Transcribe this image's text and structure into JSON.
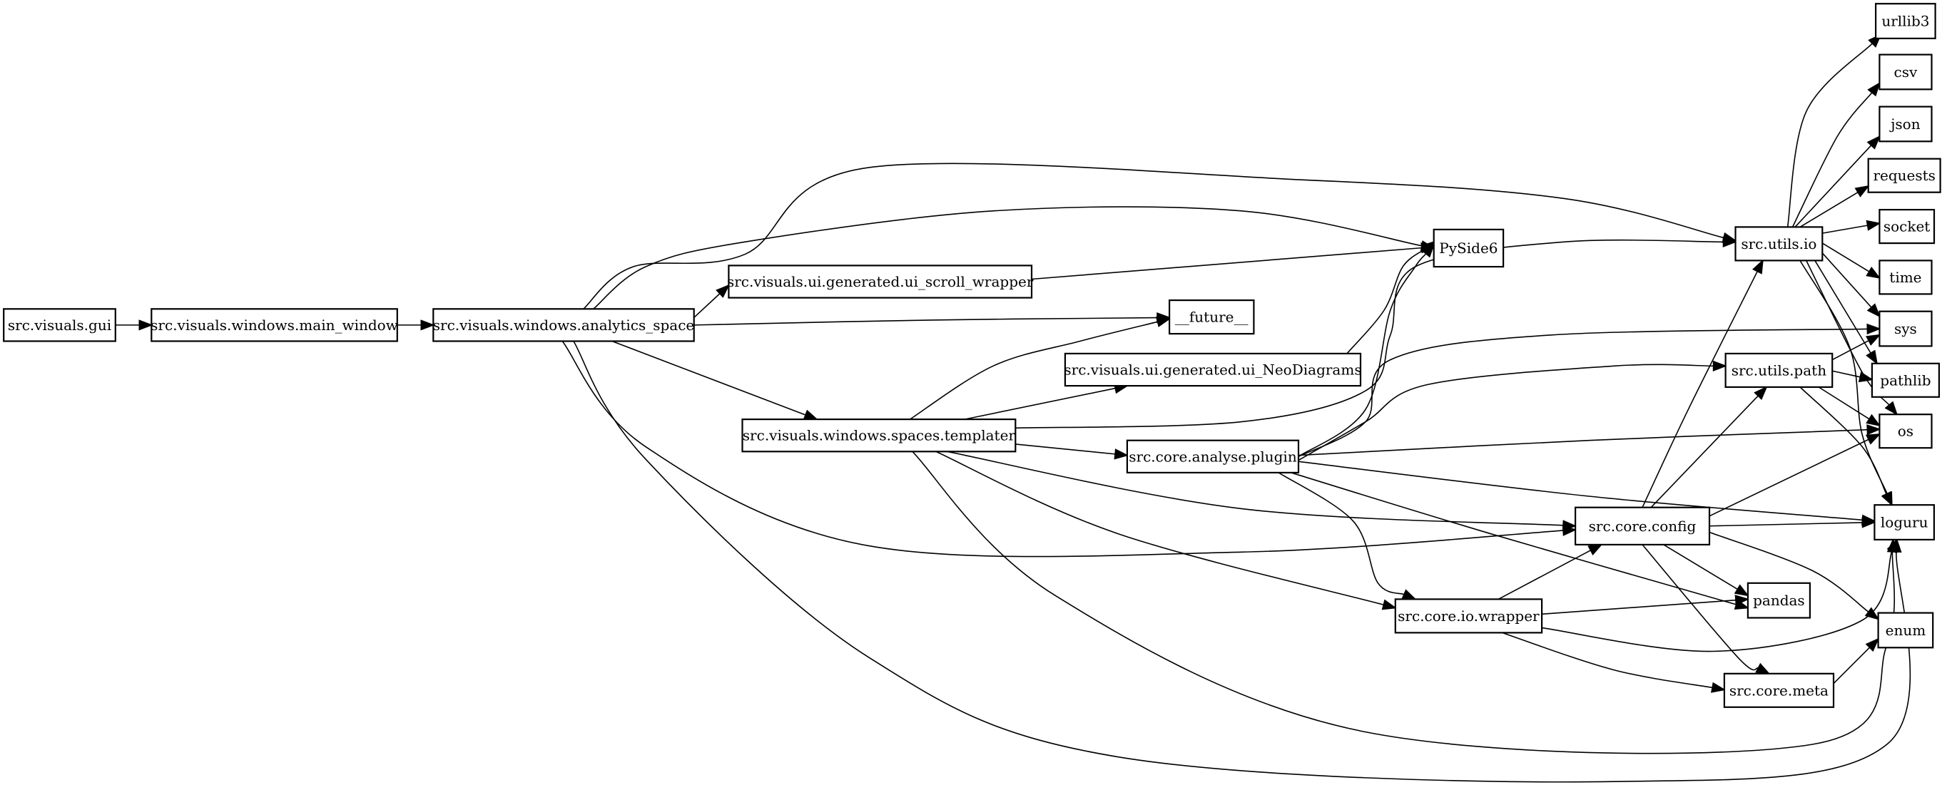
{
  "diagram": {
    "type": "dependency-graph",
    "nodes": [
      {
        "id": "gui",
        "label": "src.visuals.gui"
      },
      {
        "id": "main_window",
        "label": "src.visuals.windows.main_window"
      },
      {
        "id": "analytics_space",
        "label": "src.visuals.windows.analytics_space"
      },
      {
        "id": "scroll_wrapper",
        "label": "src.visuals.ui.generated.ui_scroll_wrapper"
      },
      {
        "id": "neodiagrams",
        "label": "src.visuals.ui.generated.ui_NeoDiagrams"
      },
      {
        "id": "templater",
        "label": "src.visuals.windows.spaces.templater"
      },
      {
        "id": "plugin",
        "label": "src.core.analyse.plugin"
      },
      {
        "id": "pyside6",
        "label": "PySide6"
      },
      {
        "id": "future",
        "label": "__future__"
      },
      {
        "id": "config",
        "label": "src.core.config"
      },
      {
        "id": "wrapper",
        "label": "src.core.io.wrapper"
      },
      {
        "id": "utils_io",
        "label": "src.utils.io"
      },
      {
        "id": "utils_path",
        "label": "src.utils.path"
      },
      {
        "id": "pandas",
        "label": "pandas"
      },
      {
        "id": "meta",
        "label": "src.core.meta"
      },
      {
        "id": "urllib3",
        "label": "urllib3"
      },
      {
        "id": "csv",
        "label": "csv"
      },
      {
        "id": "json",
        "label": "json"
      },
      {
        "id": "requests",
        "label": "requests"
      },
      {
        "id": "socket",
        "label": "socket"
      },
      {
        "id": "time",
        "label": "time"
      },
      {
        "id": "sys",
        "label": "sys"
      },
      {
        "id": "pathlib",
        "label": "pathlib"
      },
      {
        "id": "os",
        "label": "os"
      },
      {
        "id": "loguru",
        "label": "loguru"
      },
      {
        "id": "enum",
        "label": "enum"
      }
    ],
    "edges": [
      {
        "from": "gui",
        "to": "main_window"
      },
      {
        "from": "main_window",
        "to": "analytics_space"
      },
      {
        "from": "analytics_space",
        "to": "utils_io"
      },
      {
        "from": "analytics_space",
        "to": "pyside6"
      },
      {
        "from": "analytics_space",
        "to": "scroll_wrapper"
      },
      {
        "from": "analytics_space",
        "to": "future"
      },
      {
        "from": "analytics_space",
        "to": "templater"
      },
      {
        "from": "analytics_space",
        "to": "config"
      },
      {
        "from": "analytics_space",
        "to": "loguru"
      },
      {
        "from": "scroll_wrapper",
        "to": "pyside6"
      },
      {
        "from": "neodiagrams",
        "to": "pyside6"
      },
      {
        "from": "templater",
        "to": "future"
      },
      {
        "from": "templater",
        "to": "neodiagrams"
      },
      {
        "from": "templater",
        "to": "utils_io"
      },
      {
        "from": "templater",
        "to": "plugin"
      },
      {
        "from": "templater",
        "to": "config"
      },
      {
        "from": "templater",
        "to": "wrapper"
      },
      {
        "from": "templater",
        "to": "loguru"
      },
      {
        "from": "plugin",
        "to": "pyside6"
      },
      {
        "from": "plugin",
        "to": "sys"
      },
      {
        "from": "plugin",
        "to": "utils_path"
      },
      {
        "from": "plugin",
        "to": "os"
      },
      {
        "from": "plugin",
        "to": "loguru"
      },
      {
        "from": "plugin",
        "to": "pandas"
      },
      {
        "from": "plugin",
        "to": "wrapper"
      },
      {
        "from": "config",
        "to": "utils_io"
      },
      {
        "from": "config",
        "to": "utils_path"
      },
      {
        "from": "config",
        "to": "os"
      },
      {
        "from": "config",
        "to": "loguru"
      },
      {
        "from": "config",
        "to": "pandas"
      },
      {
        "from": "config",
        "to": "enum"
      },
      {
        "from": "config",
        "to": "meta"
      },
      {
        "from": "wrapper",
        "to": "config"
      },
      {
        "from": "wrapper",
        "to": "pandas"
      },
      {
        "from": "wrapper",
        "to": "loguru"
      },
      {
        "from": "wrapper",
        "to": "meta"
      },
      {
        "from": "utils_io",
        "to": "urllib3"
      },
      {
        "from": "utils_io",
        "to": "csv"
      },
      {
        "from": "utils_io",
        "to": "json"
      },
      {
        "from": "utils_io",
        "to": "requests"
      },
      {
        "from": "utils_io",
        "to": "socket"
      },
      {
        "from": "utils_io",
        "to": "time"
      },
      {
        "from": "utils_io",
        "to": "sys"
      },
      {
        "from": "utils_io",
        "to": "pathlib"
      },
      {
        "from": "utils_io",
        "to": "os"
      },
      {
        "from": "utils_io",
        "to": "loguru"
      },
      {
        "from": "utils_path",
        "to": "sys"
      },
      {
        "from": "utils_path",
        "to": "pathlib"
      },
      {
        "from": "utils_path",
        "to": "os"
      },
      {
        "from": "utils_path",
        "to": "loguru"
      },
      {
        "from": "meta",
        "to": "enum"
      }
    ]
  }
}
